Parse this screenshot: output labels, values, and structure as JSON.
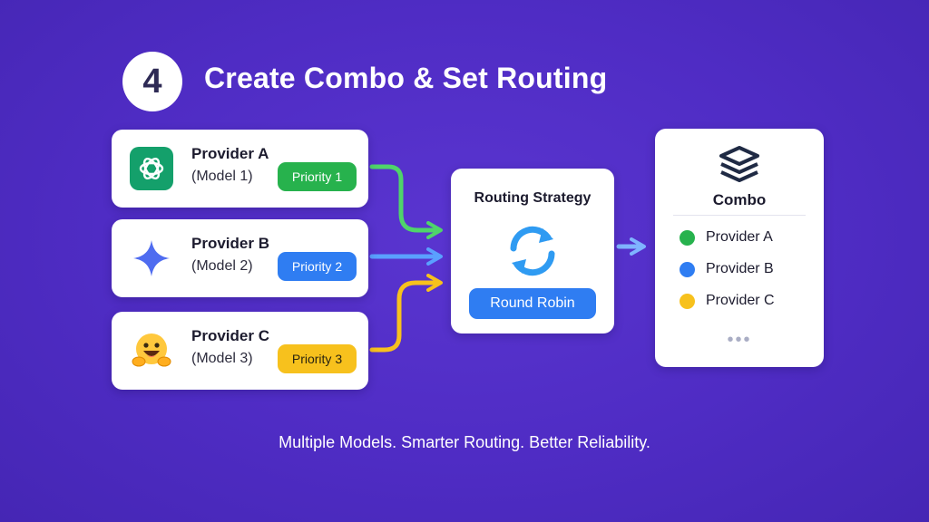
{
  "header": {
    "step_number": "4",
    "title": "Create Combo & Set Routing"
  },
  "providers": [
    {
      "name": "Provider A",
      "model": "(Model 1)",
      "priority": "Priority 1",
      "icon": "openai-logo-icon",
      "color": "#27b24d"
    },
    {
      "name": "Provider B",
      "model": "(Model 2)",
      "priority": "Priority 2",
      "icon": "gemini-sparkle-icon",
      "color": "#2f7df2"
    },
    {
      "name": "Provider C",
      "model": "(Model 3)",
      "priority": "Priority 3",
      "icon": "hugging-face-emoji-icon",
      "color": "#f7c11d"
    }
  ],
  "routing": {
    "title": "Routing Strategy",
    "strategy": "Round Robin",
    "icon": "sync-arrows-icon"
  },
  "combo": {
    "title": "Combo",
    "icon": "layers-stack-icon",
    "items": [
      {
        "label": "Provider A",
        "color": "#27b24d"
      },
      {
        "label": "Provider B",
        "color": "#2f7df2"
      },
      {
        "label": "Provider C",
        "color": "#f7c11d"
      }
    ],
    "more": "•••"
  },
  "footer": {
    "tagline": "Multiple Models. Smarter Routing. Better Reliability."
  },
  "colors": {
    "background": "#4f2cc4",
    "arrow_green": "#4fd46a",
    "arrow_blue": "#5aa0ff",
    "arrow_yellow": "#f7c11d",
    "arrow_combo": "#7fb4ff"
  }
}
